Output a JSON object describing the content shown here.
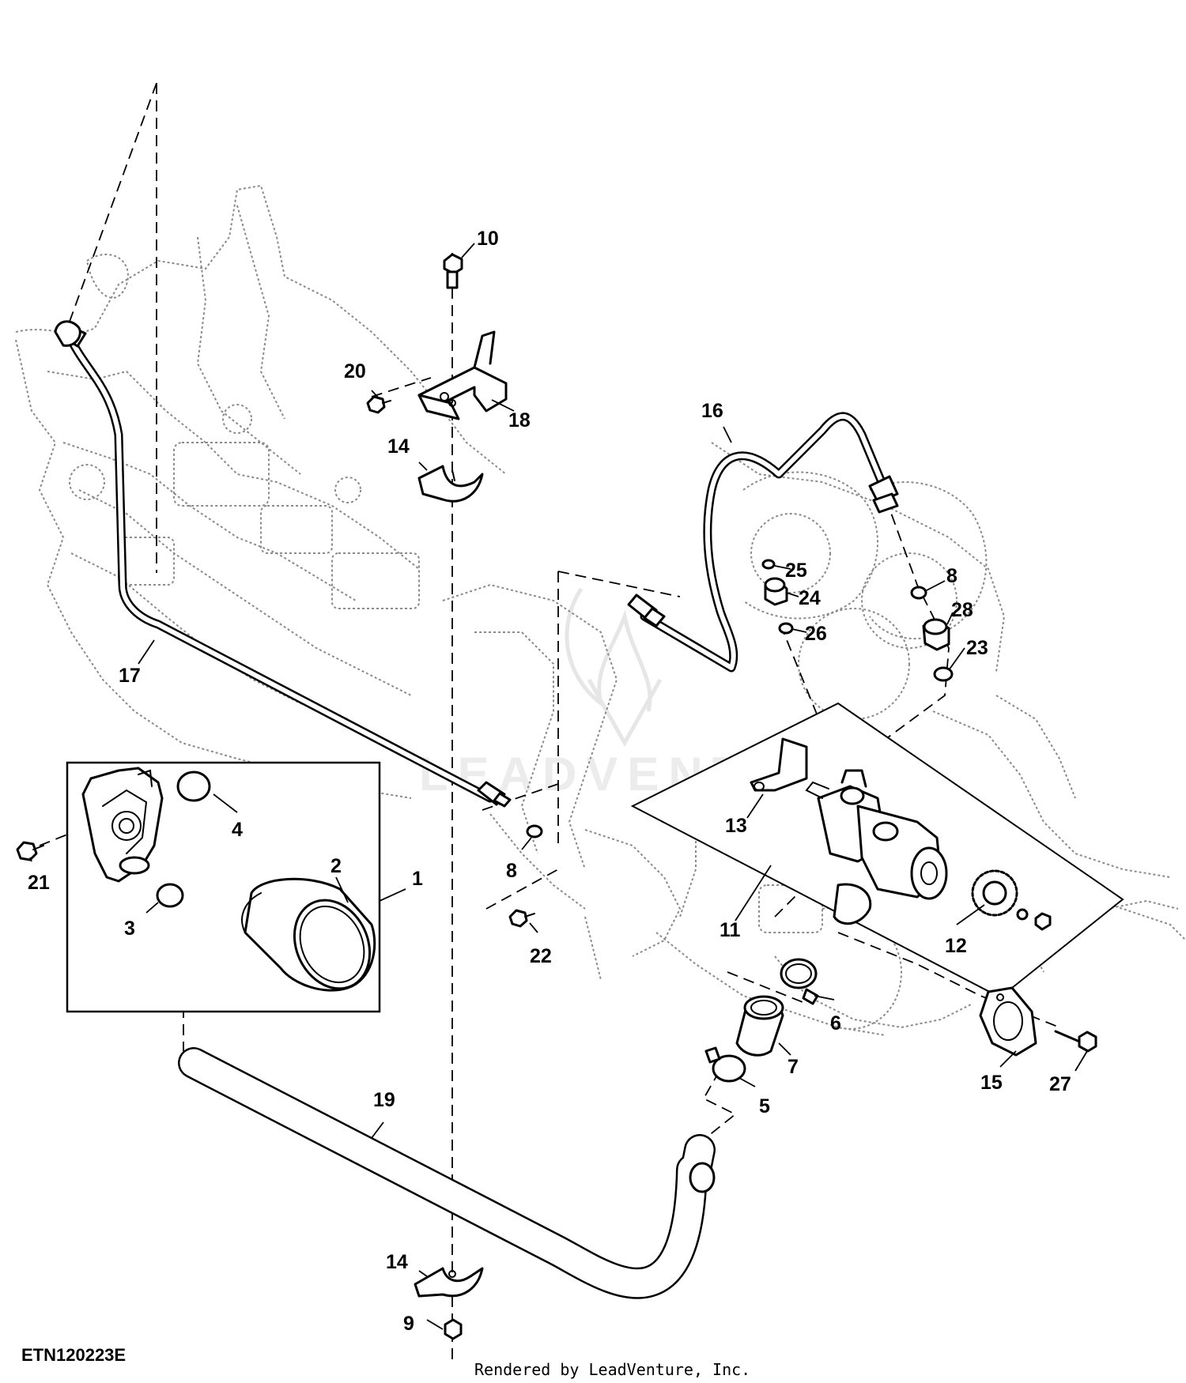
{
  "diagram": {
    "figure_code": "ETN120223E",
    "rendered_by": "Rendered by LeadVenture, Inc.",
    "watermark": "LEADVENTURE",
    "callouts": [
      {
        "id": "c1",
        "label": "1"
      },
      {
        "id": "c2",
        "label": "2"
      },
      {
        "id": "c3",
        "label": "3"
      },
      {
        "id": "c4",
        "label": "4"
      },
      {
        "id": "c5",
        "label": "5"
      },
      {
        "id": "c6",
        "label": "6"
      },
      {
        "id": "c7",
        "label": "7"
      },
      {
        "id": "c8a",
        "label": "8"
      },
      {
        "id": "c8b",
        "label": "8"
      },
      {
        "id": "c9",
        "label": "9"
      },
      {
        "id": "c10",
        "label": "10"
      },
      {
        "id": "c11",
        "label": "11"
      },
      {
        "id": "c12",
        "label": "12"
      },
      {
        "id": "c13",
        "label": "13"
      },
      {
        "id": "c14a",
        "label": "14"
      },
      {
        "id": "c14b",
        "label": "14"
      },
      {
        "id": "c15",
        "label": "15"
      },
      {
        "id": "c16",
        "label": "16"
      },
      {
        "id": "c17",
        "label": "17"
      },
      {
        "id": "c18",
        "label": "18"
      },
      {
        "id": "c19",
        "label": "19"
      },
      {
        "id": "c20",
        "label": "20"
      },
      {
        "id": "c21",
        "label": "21"
      },
      {
        "id": "c22",
        "label": "22"
      },
      {
        "id": "c23",
        "label": "23"
      },
      {
        "id": "c24",
        "label": "24"
      },
      {
        "id": "c25",
        "label": "25"
      },
      {
        "id": "c26",
        "label": "26"
      },
      {
        "id": "c27",
        "label": "27"
      },
      {
        "id": "c28",
        "label": "28"
      }
    ]
  }
}
